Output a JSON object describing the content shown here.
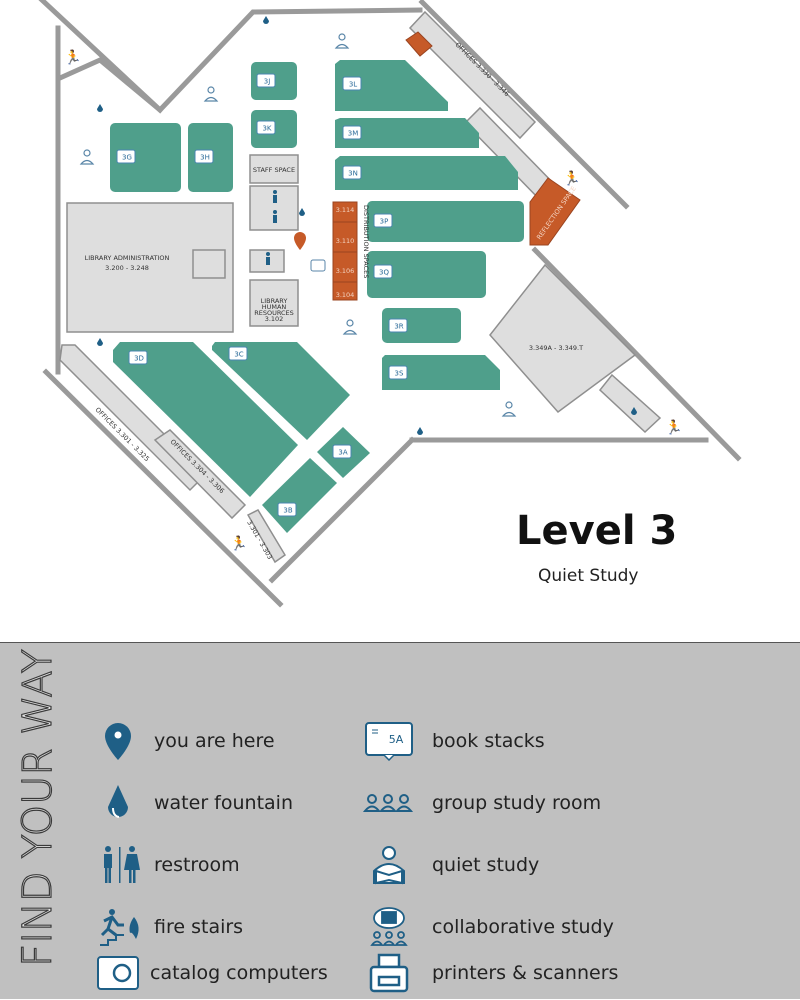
{
  "header": {
    "level": "Level 3",
    "subtitle": "Quiet Study"
  },
  "colors": {
    "stacks": "#4f9f8b",
    "rooms": "#dedede",
    "group_study": "#c65a28",
    "icons": "#1f5f86",
    "legend_bg": "#c0c0c0"
  },
  "map": {
    "stacks": [
      "3J",
      "3K",
      "3G",
      "3H",
      "3L",
      "3M",
      "3N",
      "3P",
      "3Q",
      "3R",
      "3S",
      "3D",
      "3C",
      "3A",
      "3B"
    ],
    "rooms": {
      "library_admin": "LIBRARY ADMINISTRATION",
      "library_admin_range": "3.200 - 3.248",
      "staff_space": "STAFF SPACE",
      "hr_1": "LIBRARY",
      "hr_2": "HUMAN",
      "hr_3": "RESOURCES",
      "hr_4": "3.102",
      "offices_ne": "OFFICES 3.330 - 3.346",
      "offices_sw1": "OFFICES 3.301 - 3.325",
      "offices_sw2": "OFFICES 3.304 - 3.306",
      "offices_sw3": "3.301 - 3.303",
      "big_room": "3.349A - 3.349.T",
      "reflection": "REFLECTION SPACE",
      "distribution": "DISTRIBUTION SPACES"
    },
    "group_rooms": [
      "3.114",
      "3.110",
      "3.106",
      "3.104"
    ]
  },
  "legend": {
    "heading": "FIND YOUR WAY",
    "items": [
      {
        "icon": "map-pin-icon",
        "label": "you are here"
      },
      {
        "icon": "water-drop-icon",
        "label": "water fountain"
      },
      {
        "icon": "restroom-icon",
        "label": "restroom"
      },
      {
        "icon": "fire-stairs-icon",
        "label": "fire stairs"
      },
      {
        "icon": "catalog-computer-icon",
        "label": "catalog computers"
      },
      {
        "icon": "book-stack-icon",
        "label": "book stacks",
        "sample": "5A"
      },
      {
        "icon": "group-study-icon",
        "label": "group study room"
      },
      {
        "icon": "quiet-study-icon",
        "label": "quiet study"
      },
      {
        "icon": "collaborative-study-icon",
        "label": "collaborative study"
      },
      {
        "icon": "printer-icon",
        "label": "printers & scanners"
      }
    ]
  }
}
